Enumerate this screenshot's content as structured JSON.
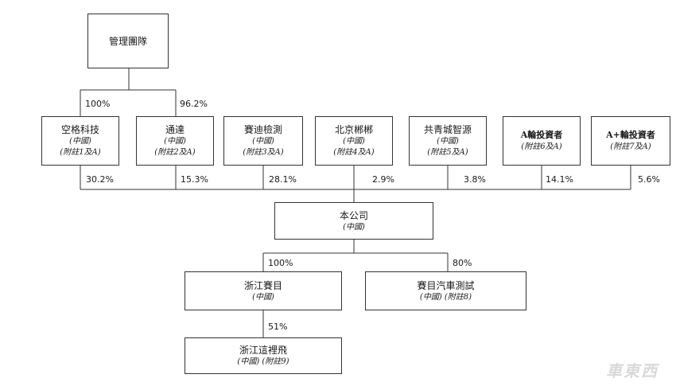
{
  "management": {
    "name": "管理團隊"
  },
  "shareholders": [
    {
      "name": "空格科技",
      "sub1": "(中國)",
      "sub2": "(附註1及A)",
      "pct": "30.2%"
    },
    {
      "name": "通達",
      "sub1": "(中國)",
      "sub2": "(附註2及A)",
      "pct": "15.3%"
    },
    {
      "name": "賽迪檢測",
      "sub1": "(中國)",
      "sub2": "(附註3及A)",
      "pct": "28.1%"
    },
    {
      "name": "北京郴郴",
      "sub1": "(中國)",
      "sub2": "(附註4及A)",
      "pct": "2.9%"
    },
    {
      "name": "共青城智源",
      "sub1": "(中國)",
      "sub2": "(附註5及A)",
      "pct": "3.8%"
    },
    {
      "name": "A輪投資者",
      "sub1": "(附註6及A)",
      "sub2": "",
      "pct": "14.1%"
    },
    {
      "name": "A+輪投資者",
      "sub1": "(附註7及A)",
      "sub2": "",
      "pct": "5.6%"
    }
  ],
  "management_stakes": {
    "to_kongge": "100%",
    "to_tongda": "96.2%"
  },
  "company": {
    "name": "本公司",
    "sub": "(中國)"
  },
  "subsidiaries": [
    {
      "name": "浙江賽目",
      "sub": "(中國)",
      "pct": "100%"
    },
    {
      "name": "賽目汽車測試",
      "sub": "(中國)  (附註8)",
      "pct": "80%"
    }
  ],
  "grandchild": {
    "name": "浙江這裡飛",
    "sub": "(中國)  (附註9)",
    "pct": "51%"
  },
  "watermark": "車東西"
}
